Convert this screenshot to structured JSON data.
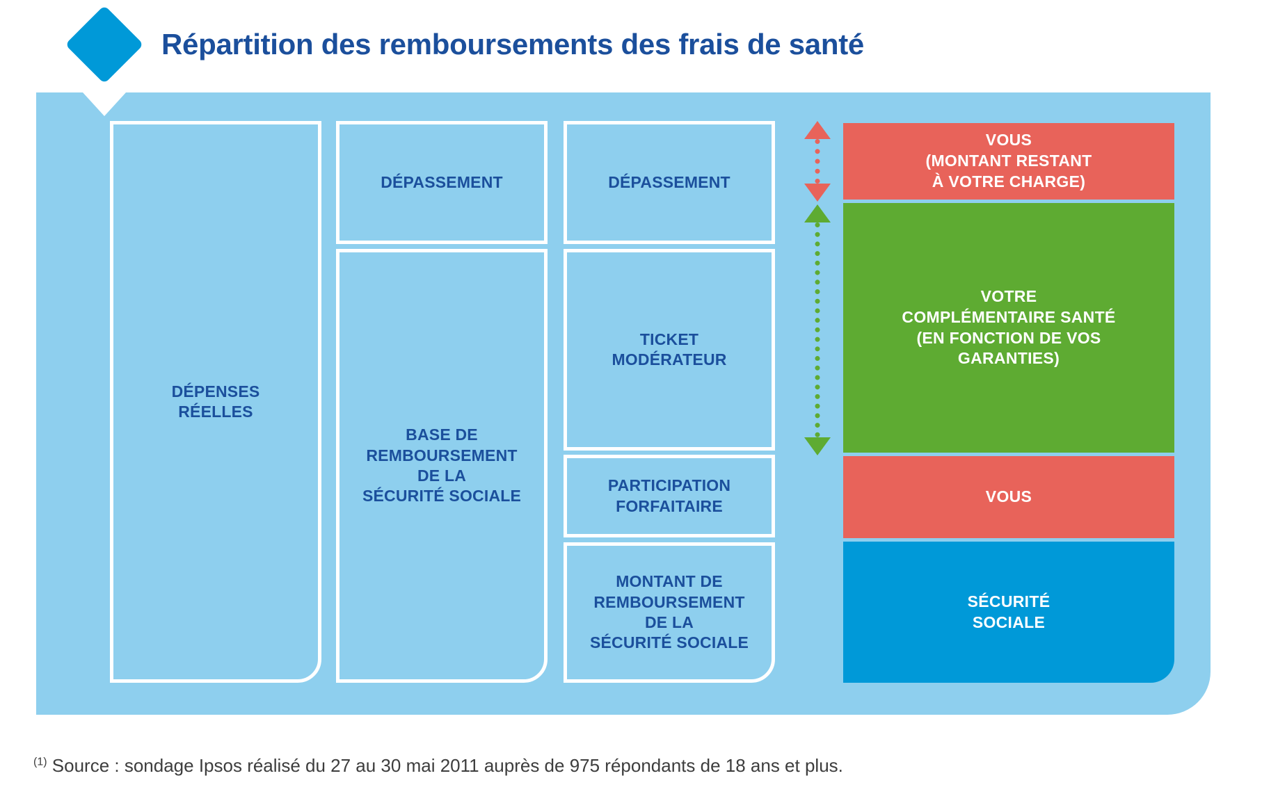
{
  "header": {
    "title": "Répartition des remboursements des frais de santé",
    "marker_icon": "diamond-icon"
  },
  "colors": {
    "panel_blue": "#8ecfee",
    "brand_blue": "#0099d8",
    "text_navy": "#1b4f9c",
    "red": "#e8635a",
    "green": "#5eab32",
    "white": "#ffffff"
  },
  "columns": [
    {
      "id": "depenses-reelles",
      "blocks": [
        {
          "id": "depenses-reelles",
          "label": "DÉPENSES\nRÉELLES"
        }
      ]
    },
    {
      "id": "base-remboursement",
      "blocks": [
        {
          "id": "depassement-2",
          "label": "DÉPASSEMENT"
        },
        {
          "id": "base-de-remboursement",
          "label": "BASE DE\nREMBOURSEMENT\nDE LA\nSÉCURITÉ SOCIALE"
        }
      ]
    },
    {
      "id": "detail-remboursement",
      "blocks": [
        {
          "id": "depassement-3",
          "label": "DÉPASSEMENT"
        },
        {
          "id": "ticket-moderateur",
          "label": "TICKET\nMODÉRATEUR"
        },
        {
          "id": "participation-forfaitaire",
          "label": "PARTICIPATION\nFORFAITAIRE"
        },
        {
          "id": "montant-remboursement-ss",
          "label": "MONTANT DE\nREMBOURSEMENT\nDE LA\nSÉCURITÉ SOCIALE"
        }
      ]
    }
  ],
  "arrows": [
    {
      "id": "arrow-reste-a-charge",
      "color": "#e8635a",
      "style": "double-headed-dotted",
      "direction": "vertical"
    },
    {
      "id": "arrow-complementaire",
      "color": "#5eab32",
      "style": "double-headed-dotted",
      "direction": "vertical"
    }
  ],
  "payers": [
    {
      "id": "vous-reste-a-charge",
      "label": "VOUS\n(MONTANT RESTANT\nÀ VOTRE CHARGE)",
      "color": "#e8635a"
    },
    {
      "id": "complementaire-sante",
      "label": "VOTRE\nCOMPLÉMENTAIRE SANTÉ\n(EN FONCTION DE VOS\nGARANTIES)",
      "color": "#5eab32"
    },
    {
      "id": "vous-ticket",
      "label": "VOUS",
      "color": "#e8635a"
    },
    {
      "id": "securite-sociale",
      "label": "SÉCURITÉ\nSOCIALE",
      "color": "#0099d8"
    }
  ],
  "footnote": {
    "marker": "(1)",
    "text": "Source : sondage Ipsos réalisé du 27 au 30 mai 2011 auprès de 975 répondants de 18 ans et plus."
  }
}
